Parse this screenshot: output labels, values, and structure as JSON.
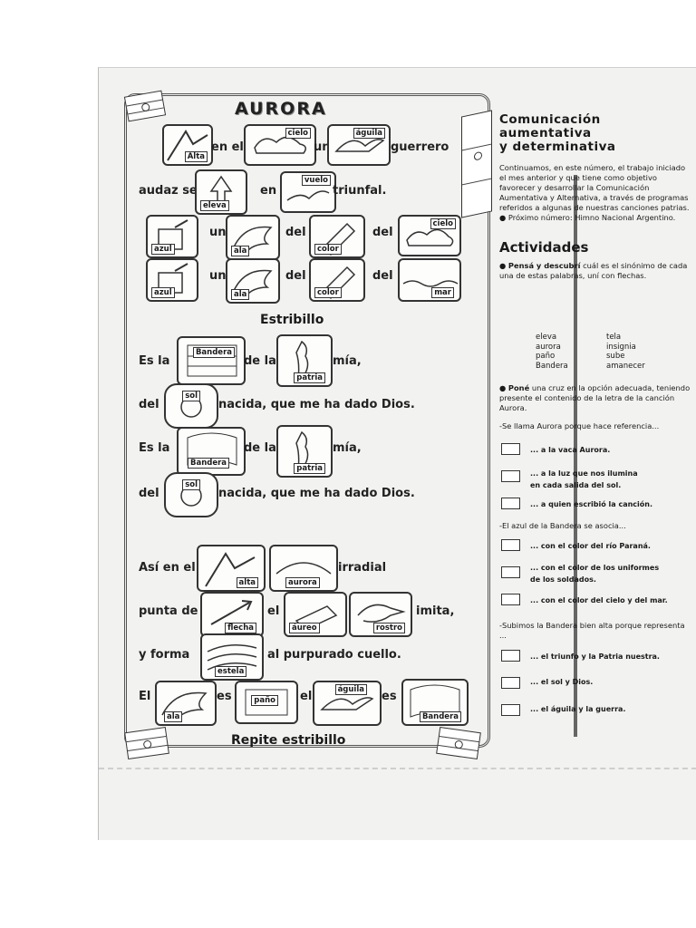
{
  "song": {
    "title": "AURORA",
    "line1": {
      "t1": "en el",
      "t2": "un",
      "t3": "guerrero",
      "alta": "Alta",
      "cielo": "cielo",
      "aguila": "águila"
    },
    "line2": {
      "t1": "audaz se",
      "t2": "en",
      "t3": "triunfal.",
      "eleva": "eleva",
      "vuelo": "vuelo"
    },
    "line3": {
      "t1": "un",
      "t2": "del",
      "t3": "del",
      "azul": "azul",
      "ala": "ala",
      "color": "color",
      "cielo": "cielo"
    },
    "line4": {
      "t1": "un",
      "t2": "del",
      "t3": "del",
      "azul": "azul",
      "ala": "ala",
      "color": "color",
      "mar": "mar"
    },
    "estribillo_title": "Estribillo",
    "e1": {
      "t1": "Es la",
      "t2": "de la",
      "t3": "mía,",
      "bandera": "Bandera",
      "patria": "patria"
    },
    "e2": {
      "t1": "del",
      "t2": "nacida, que me ha dado Dios.",
      "sol": "sol"
    },
    "e3": {
      "t1": "Es la",
      "t2": "de la",
      "t3": "mía,",
      "bandera": "Bandera",
      "patria": "patria"
    },
    "e4": {
      "t1": "del",
      "t2": "nacida, que me ha dado Dios.",
      "sol": "sol"
    },
    "s1": {
      "t1": "Así en el",
      "t2": "irradial",
      "alta": "alta",
      "aurora": "aurora"
    },
    "s2": {
      "t1": "punta de",
      "t2": "el",
      "t3": "imita,",
      "flecha": "flecha",
      "aureo": "áureo",
      "rostro": "rostro"
    },
    "s3": {
      "t1": "y forma",
      "t2": "al purpurado cuello.",
      "estela": "estela"
    },
    "s4": {
      "t1": "El",
      "t2": "es",
      "t3": "el",
      "t4": "es",
      "ala": "ala",
      "pano": "paño",
      "aguila": "águila",
      "bandera": "Bandera"
    },
    "repite": "Repite estribillo"
  },
  "side": {
    "title_lines": [
      "Comunicación",
      "aumentativa",
      "y determinativa"
    ],
    "intro": "Continuamos, en este número, el trabajo iniciado el mes anterior y que tiene como objetivo favorecer y desarrollar la Comunicación Aumentativa y Alternativa, a través de programas referidos a algunas de nuestras canciones patrias.",
    "proximo": "Próximo número: Himno Nacional Argentino.",
    "actividades": "Actividades",
    "act1_bold": "Pensá y descubrí",
    "act1_text": " cuál es el sinónimo de cada una de estas palabras, uní con flechas.",
    "syn_left": [
      "eleva",
      "aurora",
      "paño",
      "Bandera"
    ],
    "syn_right": [
      "tela",
      "insignia",
      "sube",
      "amanecer"
    ],
    "act2_bold": "Poné",
    "act2_text": " una cruz en la opción adecuada, teniendo presente el contenido de la letra de la canción Aurora.",
    "q1": "-Se llama Aurora porque hace referencia...",
    "q1_opts": [
      "... a la vaca Aurora.",
      "... a la luz que nos ilumina",
      "en cada salida del sol.",
      "... a quien escribió la canción."
    ],
    "q2": "-El azul de la Bandera se asocia...",
    "q2_opts": [
      "... con el color del río Paraná.",
      "... con el color de los uniformes",
      "de los soldados.",
      "... con el color del cielo y del mar."
    ],
    "q3": "-Subimos la Bandera bien alta porque representa ...",
    "q3_opts": [
      "... el triunfo y la Patria nuestra.",
      "... el sol y Dios.",
      "... el águila y la guerra."
    ]
  }
}
